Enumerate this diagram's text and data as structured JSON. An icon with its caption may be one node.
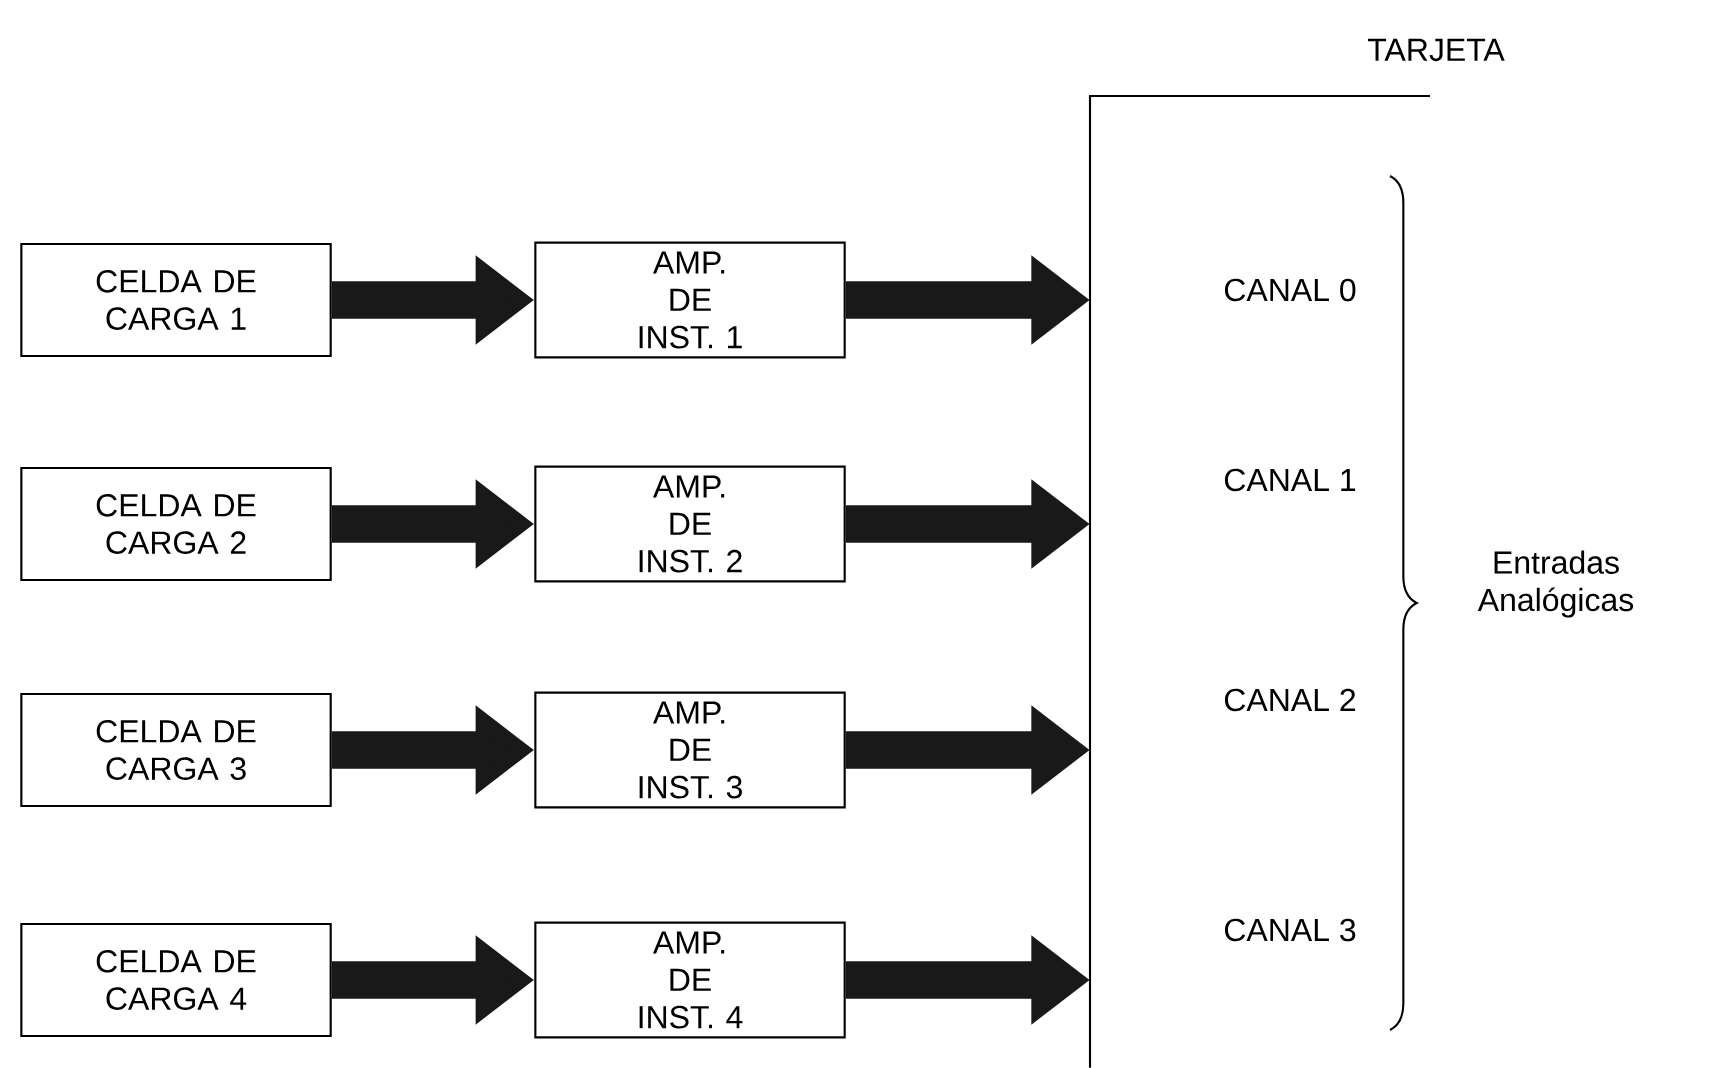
{
  "diagram": {
    "nodes": [
      {
        "text": [
          "CELDA DE CARGA 1"
        ]
      },
      {
        "text": [
          "CELDA DE CARGA 2"
        ]
      },
      {
        "text": [
          "CELDA DE CARGA 3"
        ]
      },
      {
        "text": [
          "CELDA DE CARGA 4"
        ]
      },
      {
        "text": [
          "AMP. DE INST. 1"
        ]
      },
      {
        "text": [
          "AMP. DE INST. 2"
        ]
      },
      {
        "text": [
          "AMP. DE INST. 3"
        ]
      },
      {
        "text": [
          "AMP. DE INST. 4"
        ]
      },
      {
        "text": [
          "TARJETA"
        ]
      }
    ],
    "edges": [
      {
        "from": 0,
        "to": 4,
        "arrow": "to"
      },
      {
        "from": 1,
        "to": 5,
        "arrow": "to"
      },
      {
        "from": 2,
        "to": 6,
        "arrow": "to"
      },
      {
        "from": 3,
        "to": 7,
        "arrow": "to"
      },
      {
        "from": 4,
        "to": 8,
        "arrow": "to"
      },
      {
        "from": 5,
        "to": 8,
        "arrow": "to"
      },
      {
        "from": 6,
        "to": 8,
        "arrow": "to"
      },
      {
        "from": 7,
        "to": 8,
        "arrow": "to"
      }
    ],
    "labels": [
      "CANAL 0",
      "CANAL 1",
      "CANAL 2",
      "CANAL 3",
      "Entradas Analógicas"
    ]
  }
}
